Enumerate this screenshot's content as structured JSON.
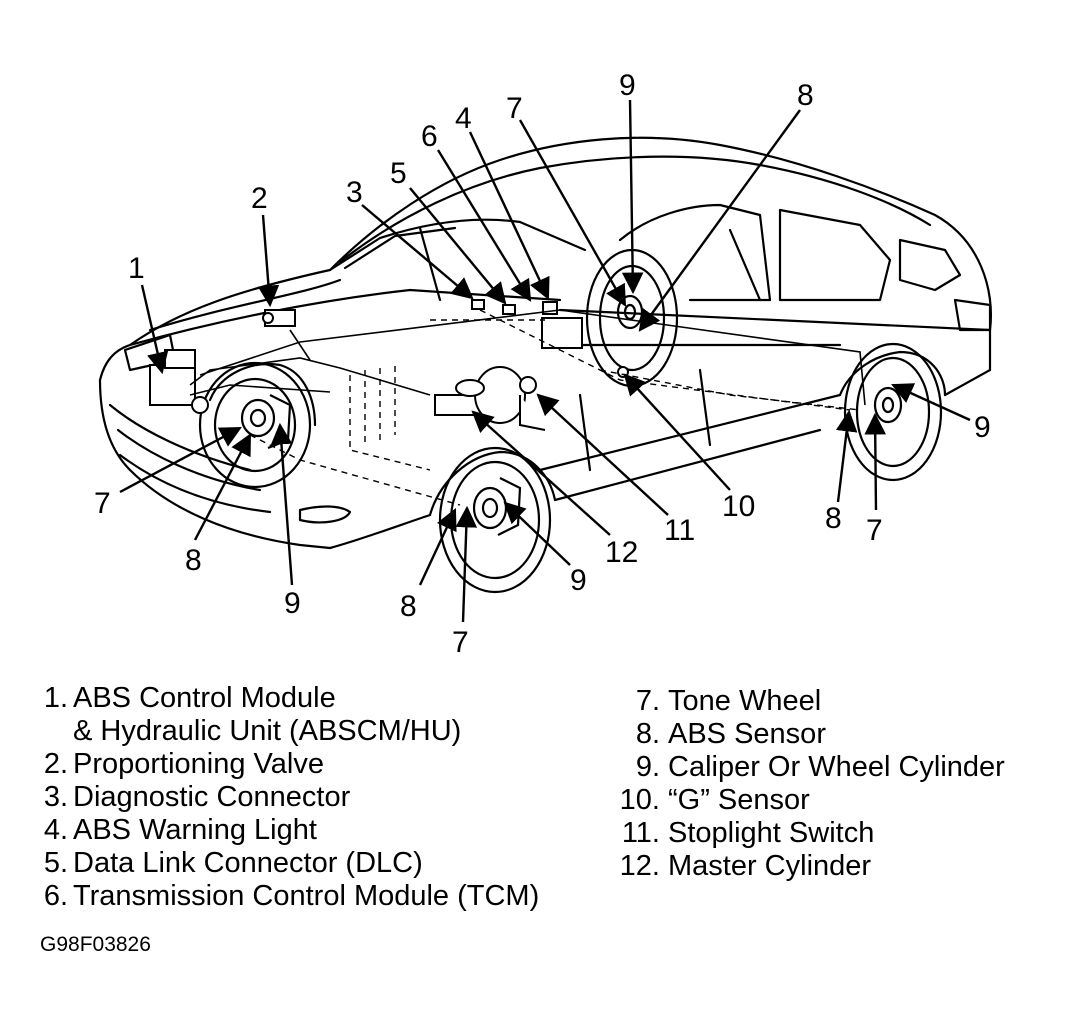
{
  "callouts": {
    "c1": "1",
    "c2": "2",
    "c3": "3",
    "c4": "4",
    "c5": "5",
    "c6": "6",
    "c7_top": "7",
    "c8_top": "8",
    "c9_top": "9",
    "c7_front_left": "7",
    "c8_front_left": "8",
    "c9_front_left": "9",
    "c8_front_wheel": "8",
    "c7_front_wheel": "7",
    "c9_front_wheel": "9",
    "c10": "10",
    "c11": "11",
    "c12": "12",
    "c9_rear": "9",
    "c8_rear": "8",
    "c7_rear": "7"
  },
  "legend": {
    "left": [
      {
        "num": "1.",
        "text": "ABS Control Module"
      },
      {
        "num": "",
        "text": "& Hydraulic Unit (ABSCM/HU)"
      },
      {
        "num": "2.",
        "text": "Proportioning Valve"
      },
      {
        "num": "3.",
        "text": "Diagnostic Connector"
      },
      {
        "num": "4.",
        "text": "ABS Warning Light"
      },
      {
        "num": "5.",
        "text": "Data Link Connector (DLC)"
      },
      {
        "num": "6.",
        "text": "Transmission Control Module (TCM)"
      }
    ],
    "right": [
      {
        "num": "7.",
        "text": "Tone Wheel"
      },
      {
        "num": "8.",
        "text": "ABS Sensor"
      },
      {
        "num": "9.",
        "text": "Caliper Or Wheel Cylinder"
      },
      {
        "num": "10.",
        "text": "“G” Sensor"
      },
      {
        "num": "11.",
        "text": "Stoplight Switch"
      },
      {
        "num": "12.",
        "text": "Master Cylinder"
      }
    ]
  },
  "figure_code": "G98F03826",
  "colors": {
    "ink": "#000000",
    "paper": "#ffffff"
  }
}
